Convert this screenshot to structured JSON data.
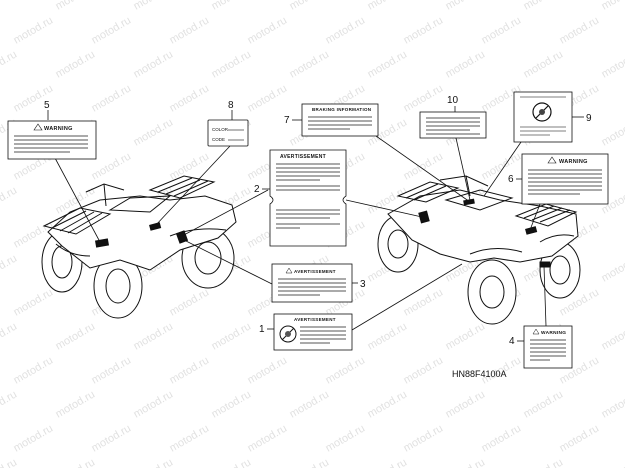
{
  "watermark": "motod.ru",
  "diagram_code": "HN88F4100A",
  "callouts": [
    "1",
    "2",
    "3",
    "4",
    "5",
    "6",
    "7",
    "8",
    "9",
    "10"
  ],
  "labels": {
    "warning": "WARNING",
    "avertissement": "AVERTISSEMENT",
    "braking_information": "BRAKING INFORMATION",
    "color": "COLOR",
    "code": "CODE"
  }
}
